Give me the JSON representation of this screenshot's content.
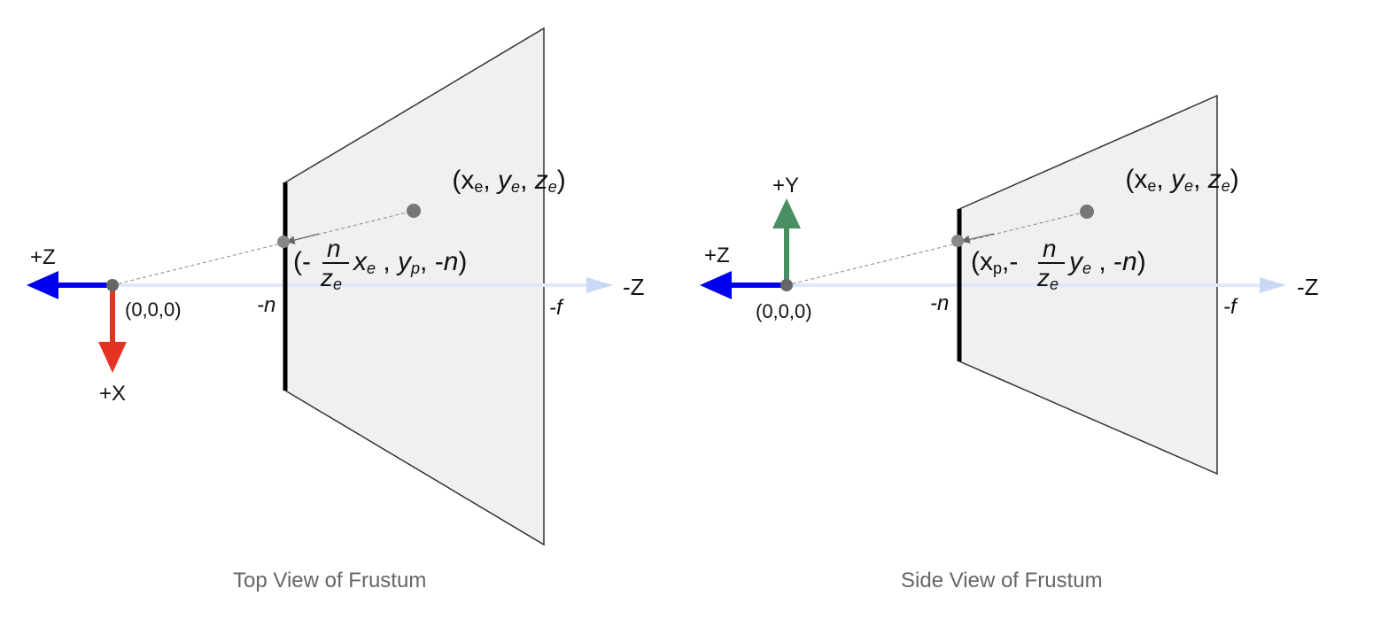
{
  "colors": {
    "frustum_fill": "#f0f0f0",
    "frustum_stroke": "#333333",
    "near_plane": "#000000",
    "z_axis": "#0000ee",
    "x_axis": "#e53322",
    "y_axis": "#4a8f63",
    "view_axis": "#c9d8f5",
    "point": "#777777",
    "caption": "#666666"
  },
  "top_view": {
    "caption": "Top View of Frustum",
    "plus_z": "+Z",
    "plus_x": "+X",
    "origin": "(0,0,0)",
    "minus_z": "-Z",
    "near": "-n",
    "far": "-f",
    "eye_point": {
      "open": "(",
      "x": "x",
      "x_sub": "e",
      "sep1": ", ",
      "y": "y",
      "y_sub": "e",
      "sep2": ", ",
      "z": "z",
      "z_sub": "e",
      "close": ")"
    },
    "proj_point": {
      "open": "(-",
      "numerator": "n",
      "denominator": "z",
      "denominator_sub": "e",
      "var": "x",
      "var_sub": "e",
      "mid": " , ",
      "second": "y",
      "second_sub": "p",
      "tail": ", -",
      "last": "n",
      "close": ")"
    }
  },
  "side_view": {
    "caption": "Side View of Frustum",
    "plus_z": "+Z",
    "plus_y": "+Y",
    "origin": "(0,0,0)",
    "minus_z": "-Z",
    "near": "-n",
    "far": "-f",
    "eye_point": {
      "open": "(",
      "x": "x",
      "x_sub": "e",
      "sep1": ", ",
      "y": "y",
      "y_sub": "e",
      "sep2": ", ",
      "z": "z",
      "z_sub": "e",
      "close": ")"
    },
    "proj_point": {
      "open": "(",
      "first": "x",
      "first_sub": "p",
      "sep": ",- ",
      "numerator": "n",
      "denominator": "z",
      "denominator_sub": "e",
      "var": "y",
      "var_sub": "e",
      "mid": " , -",
      "last": "n",
      "close": ")"
    }
  }
}
